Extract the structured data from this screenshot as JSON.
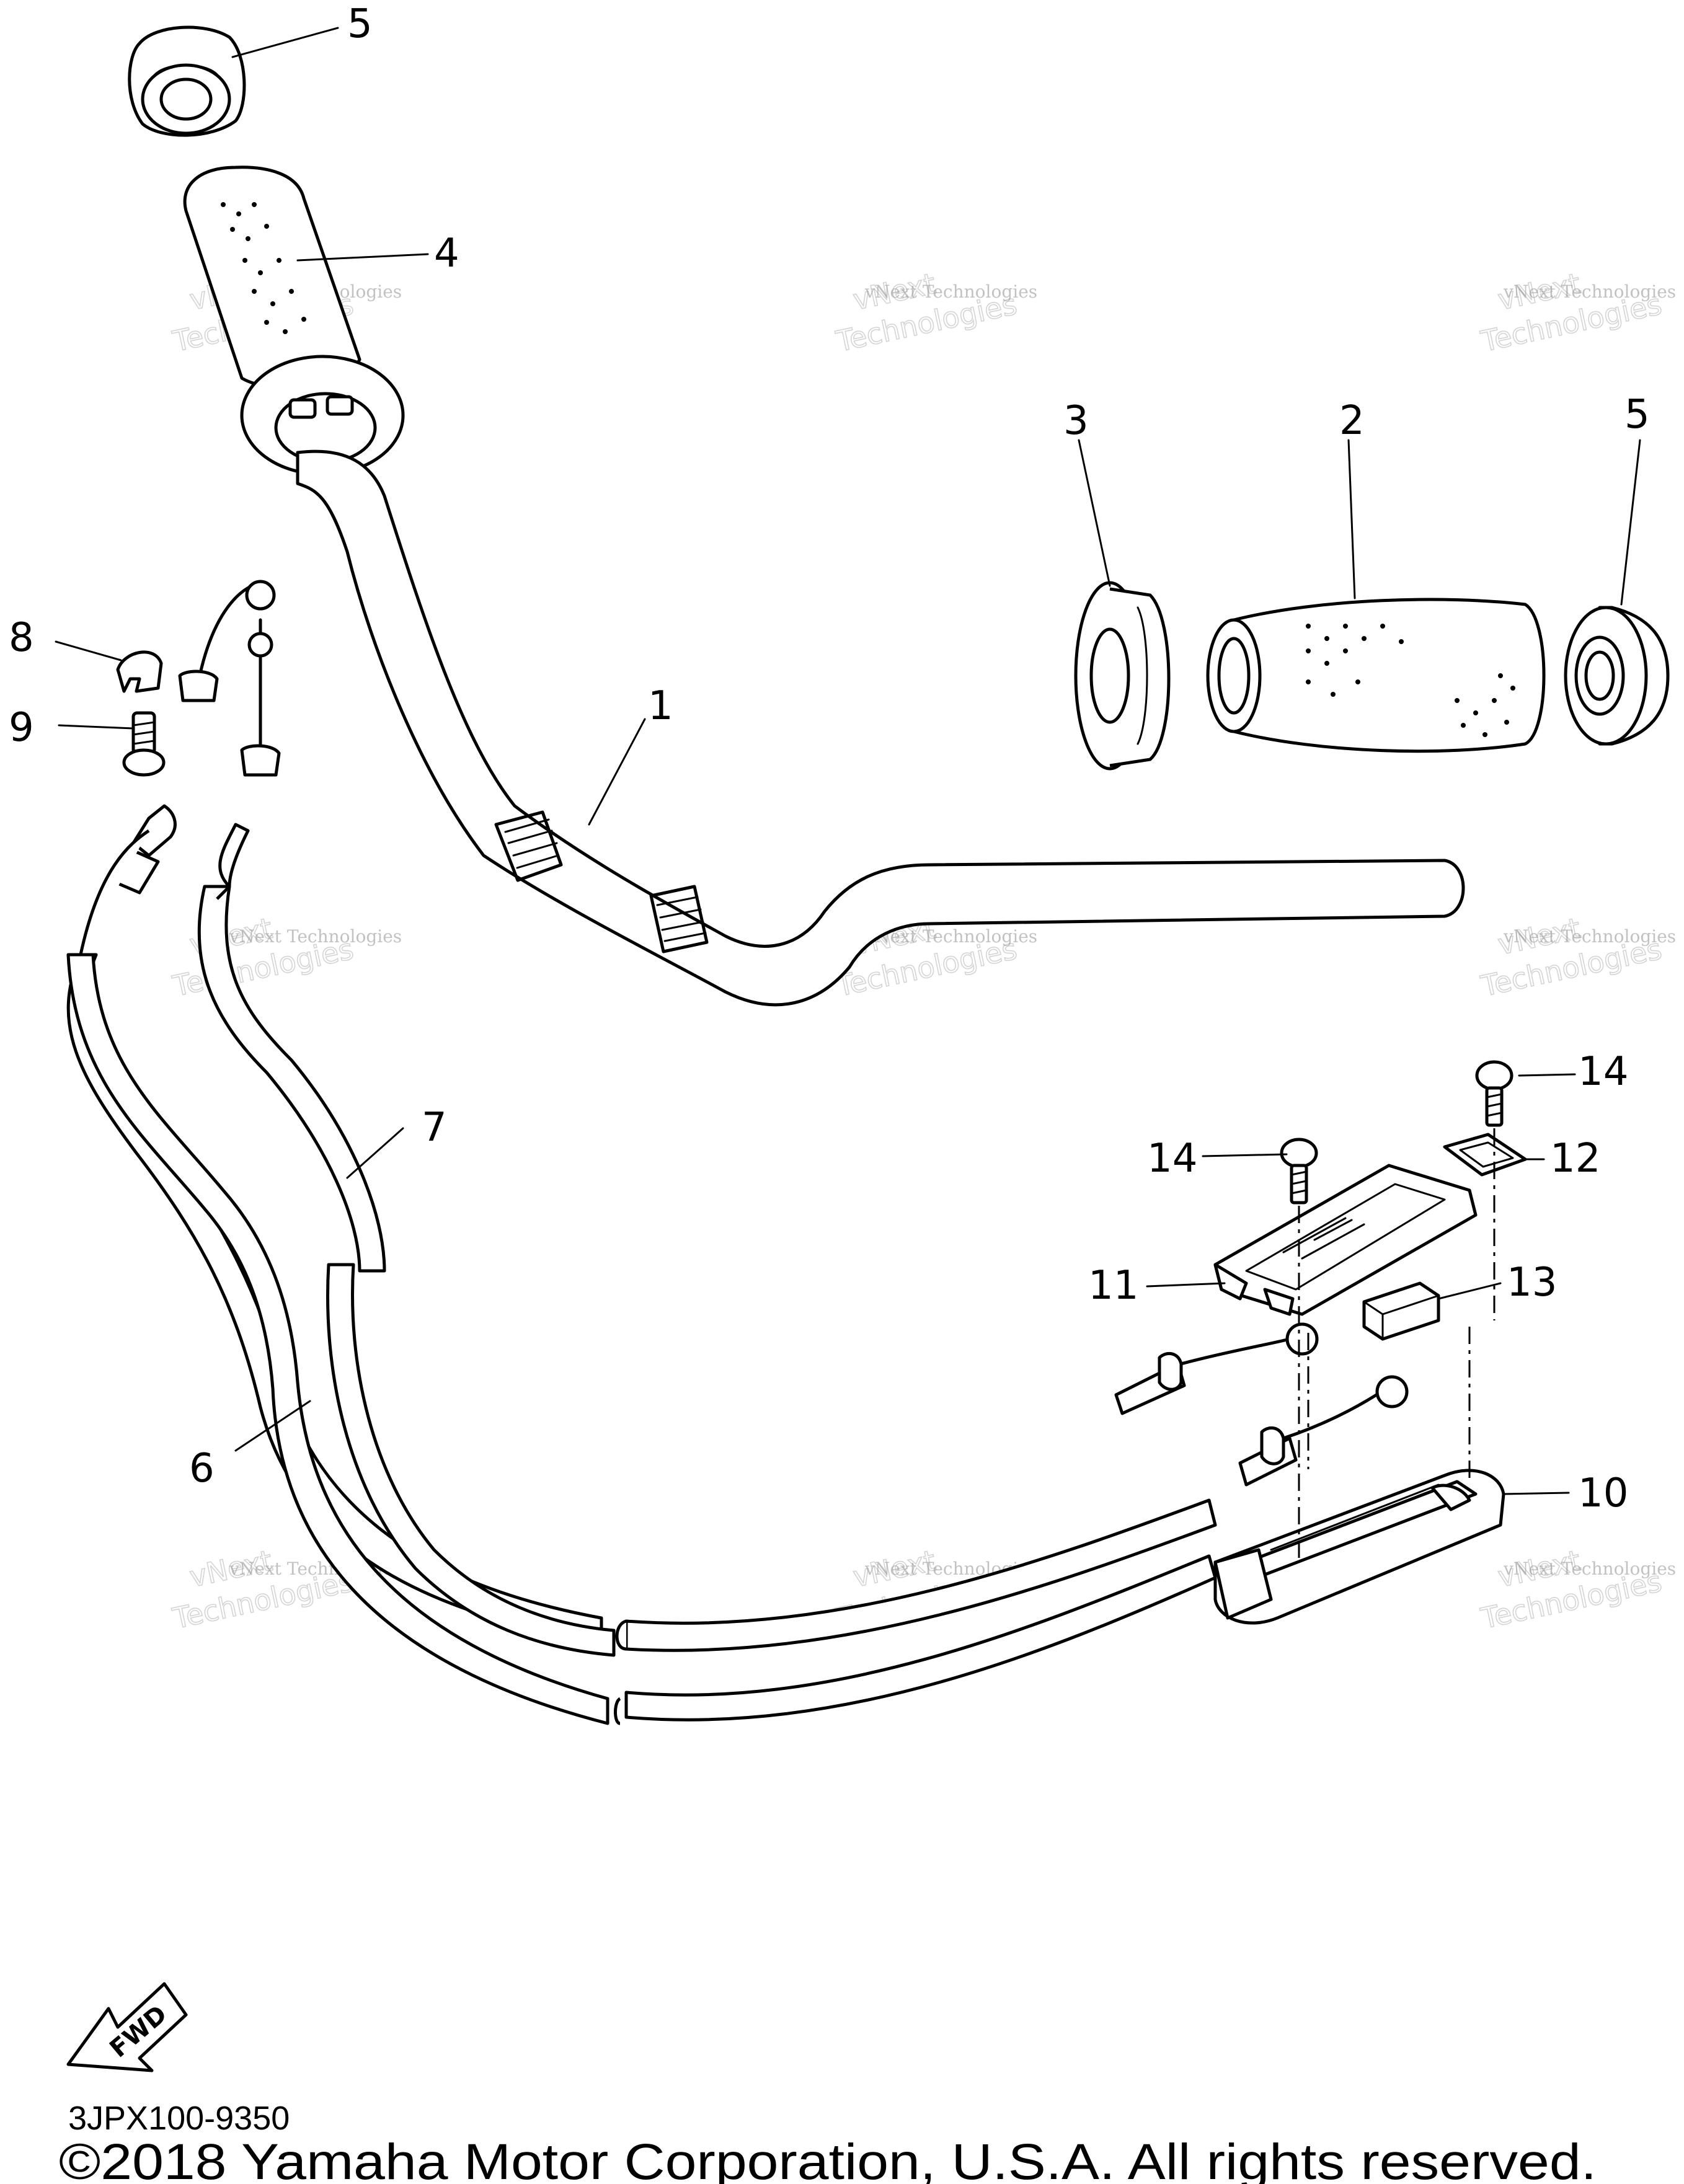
{
  "diagram": {
    "callouts": [
      {
        "id": "c5a",
        "label": "5"
      },
      {
        "id": "c4",
        "label": "4"
      },
      {
        "id": "c3",
        "label": "3"
      },
      {
        "id": "c2",
        "label": "2"
      },
      {
        "id": "c5b",
        "label": "5"
      },
      {
        "id": "c8",
        "label": "8"
      },
      {
        "id": "c9",
        "label": "9"
      },
      {
        "id": "c1",
        "label": "1"
      },
      {
        "id": "c7",
        "label": "7"
      },
      {
        "id": "c14a",
        "label": "14"
      },
      {
        "id": "c14b",
        "label": "14"
      },
      {
        "id": "c12",
        "label": "12"
      },
      {
        "id": "c11",
        "label": "11"
      },
      {
        "id": "c13",
        "label": "13"
      },
      {
        "id": "c6",
        "label": "6"
      },
      {
        "id": "c10",
        "label": "10"
      }
    ],
    "fwd_label": "FWD"
  },
  "watermark": {
    "line1": "vNext Technologies",
    "big1": "vNext",
    "big2": "Technologies"
  },
  "footer": {
    "code": "3JPX100-9350",
    "copyright": "©2018 Yamaha Motor Corporation, U.S.A. All rights reserved."
  }
}
